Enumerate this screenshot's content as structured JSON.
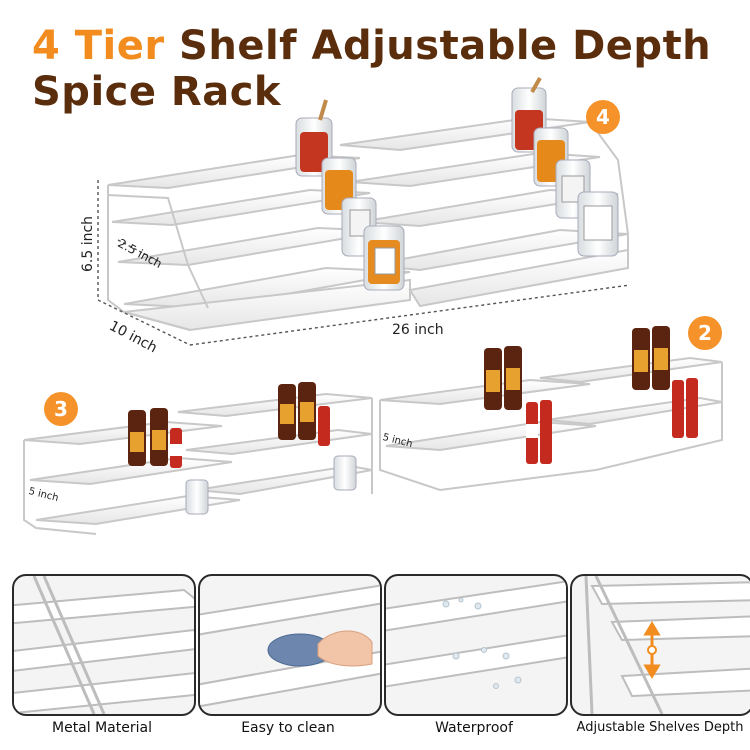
{
  "title": {
    "line1_accent": "4 Tier",
    "line1_rest": "Shelf Adjustable Depth",
    "line2": "Spice Rack"
  },
  "badges": [
    "4",
    "3",
    "2"
  ],
  "dimensions": {
    "height": "6.5 inch",
    "step": "2.5 inch",
    "depth": "10 inch",
    "width": "26 inch",
    "small_depth_3": "5 inch",
    "small_depth_2": "5 inch"
  },
  "features": [
    {
      "label": "Metal Material",
      "icon": "metal-shelf-closeup"
    },
    {
      "label": "Easy to clean",
      "icon": "cleaning-cloth-hand"
    },
    {
      "label": "Waterproof",
      "icon": "water-droplets"
    },
    {
      "label": "Adjustable Shelves Depth",
      "icon": "adjust-arrows"
    }
  ],
  "colors": {
    "accent": "#f28c1e",
    "title_dark": "#5a2d0c",
    "rack_white": "#ffffff",
    "rack_outline": "#cfcfcf"
  }
}
